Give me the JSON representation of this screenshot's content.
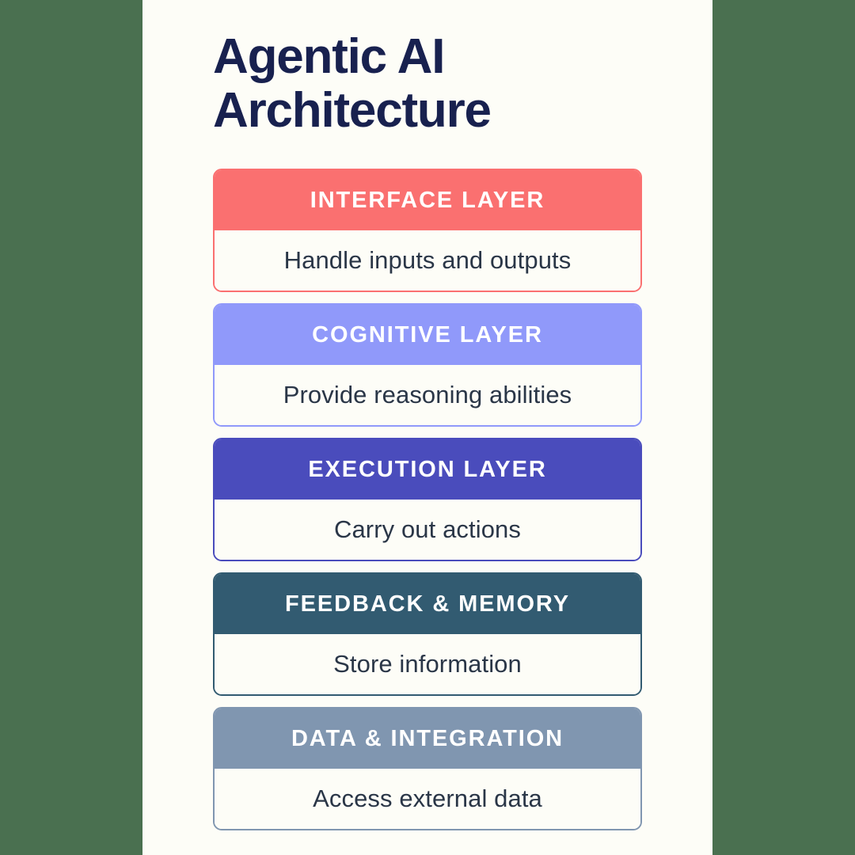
{
  "canvas": {
    "outer_background": "#4a7050",
    "panel_background": "#fdfdf7",
    "title_color": "#18214f",
    "body_text_color": "#2a3647",
    "header_text_color": "#ffffff"
  },
  "header": {
    "title": "Agentic AI\nArchitecture",
    "title_line_1": "Agentic AI",
    "title_line_2": "Architecture"
  },
  "layers": [
    {
      "name": "INTERFACE LAYER",
      "description": "Handle inputs and outputs",
      "color": "#fa7070"
    },
    {
      "name": "COGNITIVE LAYER",
      "description": "Provide reasoning abilities",
      "color": "#9099fa"
    },
    {
      "name": "EXECUTION LAYER",
      "description": "Carry out actions",
      "color": "#4a4cbc"
    },
    {
      "name": "FEEDBACK & MEMORY",
      "description": "Store information",
      "color": "#325b71"
    },
    {
      "name": "DATA & INTEGRATION",
      "description": "Access external data",
      "color": "#8096b0"
    }
  ]
}
